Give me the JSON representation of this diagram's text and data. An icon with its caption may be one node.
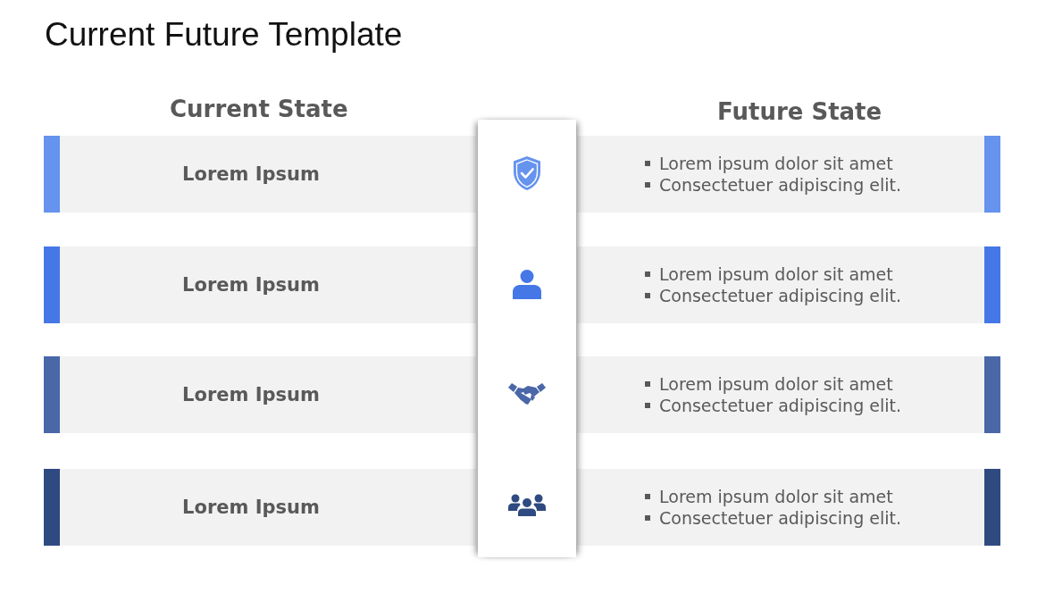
{
  "diagram": {
    "title": "Current Future Template",
    "nodes": [
      {
        "text": [
          "Lorem Ipsum"
        ]
      },
      {
        "text": [
          "Lorem ipsum dolor sit amet",
          "Consectetuer adipiscing elit."
        ]
      },
      {
        "text": [
          "Lorem Ipsum"
        ]
      },
      {
        "text": [
          "Lorem ipsum dolor sit amet",
          "Consectetuer adipiscing elit."
        ]
      },
      {
        "text": [
          "Lorem Ipsum"
        ]
      },
      {
        "text": [
          "Lorem ipsum dolor sit amet",
          "Consectetuer adipiscing elit."
        ]
      },
      {
        "text": [
          "Lorem Ipsum"
        ]
      },
      {
        "text": [
          "Lorem ipsum dolor sit amet",
          "Consectetuer adipiscing elit."
        ]
      }
    ],
    "labels": [
      "Current State",
      "Future State"
    ]
  }
}
